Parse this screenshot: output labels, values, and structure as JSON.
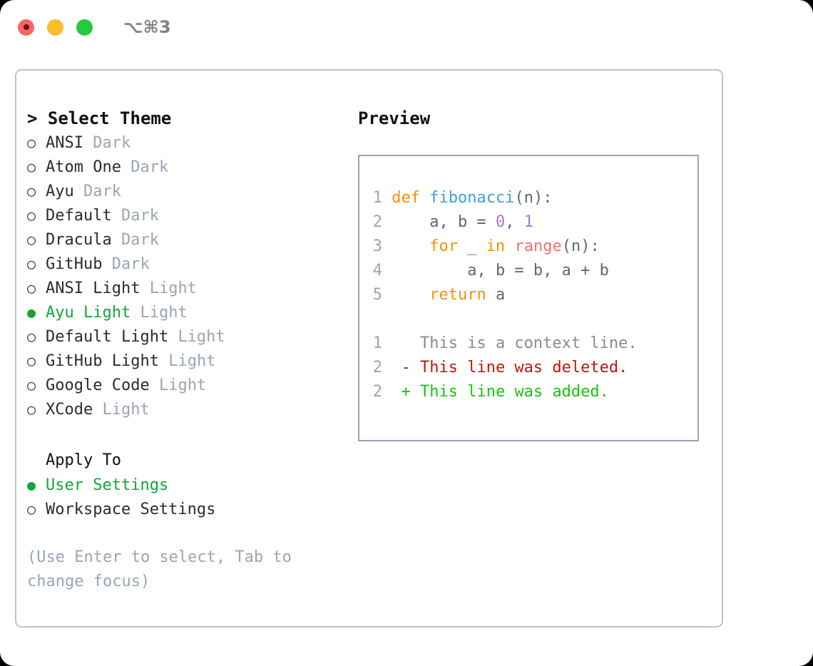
{
  "titlebar": {
    "shortcut": "⌥⌘3",
    "buttons": [
      {
        "name": "close",
        "color": "#f9655f"
      },
      {
        "name": "minimize",
        "color": "#fcbc2e"
      },
      {
        "name": "maximize",
        "color": "#28c840"
      }
    ]
  },
  "theme_picker": {
    "heading": "> Select Theme",
    "selected_marker": "●",
    "unselected_marker": "○",
    "options": [
      {
        "label": "ANSI",
        "badge": "Dark",
        "selected": false
      },
      {
        "label": "Atom One",
        "badge": "Dark",
        "selected": false
      },
      {
        "label": "Ayu",
        "badge": "Dark",
        "selected": false
      },
      {
        "label": "Default",
        "badge": "Dark",
        "selected": false
      },
      {
        "label": "Dracula",
        "badge": "Dark",
        "selected": false
      },
      {
        "label": "GitHub",
        "badge": "Dark",
        "selected": false
      },
      {
        "label": "ANSI Light",
        "badge": "Light",
        "selected": false
      },
      {
        "label": "Ayu Light",
        "badge": "Light",
        "selected": true
      },
      {
        "label": "Default Light",
        "badge": "Light",
        "selected": false
      },
      {
        "label": "GitHub Light",
        "badge": "Light",
        "selected": false
      },
      {
        "label": "Google Code",
        "badge": "Light",
        "selected": false
      },
      {
        "label": "XCode",
        "badge": "Light",
        "selected": false
      }
    ]
  },
  "apply_to": {
    "heading": "Apply To",
    "options": [
      {
        "label": "User Settings",
        "selected": true
      },
      {
        "label": "Workspace Settings",
        "selected": false
      }
    ]
  },
  "hint": "(Use Enter to select, Tab to change focus)",
  "preview": {
    "title": "Preview",
    "code_lines": [
      {
        "num": "1",
        "tokens": [
          {
            "t": "def",
            "c": "kw"
          },
          {
            "t": " ",
            "c": "txt"
          },
          {
            "t": "fibonacci",
            "c": "fn"
          },
          {
            "t": "(n):",
            "c": "txt"
          }
        ]
      },
      {
        "num": "2",
        "tokens": [
          {
            "t": "    a, b = ",
            "c": "txt"
          },
          {
            "t": "0",
            "c": "num"
          },
          {
            "t": ", ",
            "c": "txt"
          },
          {
            "t": "1",
            "c": "num"
          }
        ]
      },
      {
        "num": "3",
        "tokens": [
          {
            "t": "    ",
            "c": "txt"
          },
          {
            "t": "for",
            "c": "kw"
          },
          {
            "t": " _ ",
            "c": "txt"
          },
          {
            "t": "in",
            "c": "kw"
          },
          {
            "t": " ",
            "c": "txt"
          },
          {
            "t": "range",
            "c": "call"
          },
          {
            "t": "(n):",
            "c": "txt"
          }
        ]
      },
      {
        "num": "4",
        "tokens": [
          {
            "t": "        a, b = b, a + b",
            "c": "txt"
          }
        ]
      },
      {
        "num": "5",
        "tokens": [
          {
            "t": "    ",
            "c": "txt"
          },
          {
            "t": "return",
            "c": "kw"
          },
          {
            "t": " a",
            "c": "txt"
          }
        ]
      }
    ],
    "diff_lines": [
      {
        "num": "1",
        "marker": " ",
        "text": "This is a context line.",
        "kind": "ctx"
      },
      {
        "num": "2",
        "marker": "-",
        "text": "This line was deleted.",
        "kind": "del"
      },
      {
        "num": "2",
        "marker": "+",
        "text": "This line was added.",
        "kind": "add"
      }
    ]
  },
  "colors": {
    "accent_green": "#13a538",
    "muted": "#9aa5b4",
    "keyword": "#f5900a",
    "function": "#36a3e0",
    "call": "#f07171",
    "number": "#a37acc",
    "diff_added": "#16c60c",
    "diff_deleted": "#c21807",
    "panel_border": "#b9c3d0",
    "preview_border": "#97a5b8"
  }
}
